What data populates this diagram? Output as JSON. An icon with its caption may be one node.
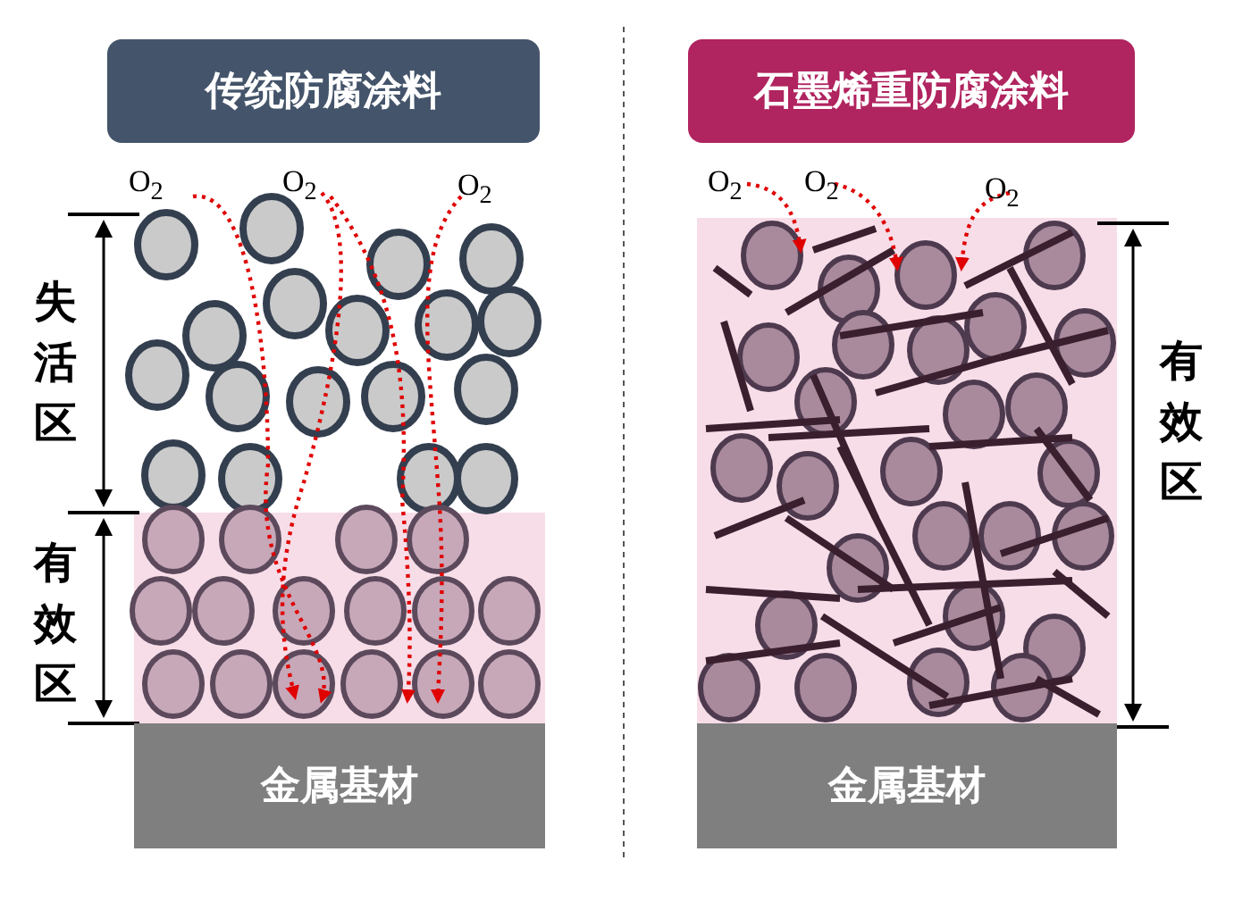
{
  "diagram": {
    "nodes": [
      {
        "text": [
          "传统防腐涂料"
        ]
      },
      {
        "text": [
          "石墨烯重防腐涂料"
        ]
      },
      {
        "text": [
          "金属基材"
        ]
      },
      {
        "text": [
          "金属基材"
        ]
      }
    ],
    "labels": [
      "O$_{2}$",
      "O$_{2}$",
      "O$_{2}$",
      "O$_{2}$",
      "O$_{2}$",
      "O$_{2}$",
      "失活区",
      "有效区",
      "有效区"
    ]
  }
}
